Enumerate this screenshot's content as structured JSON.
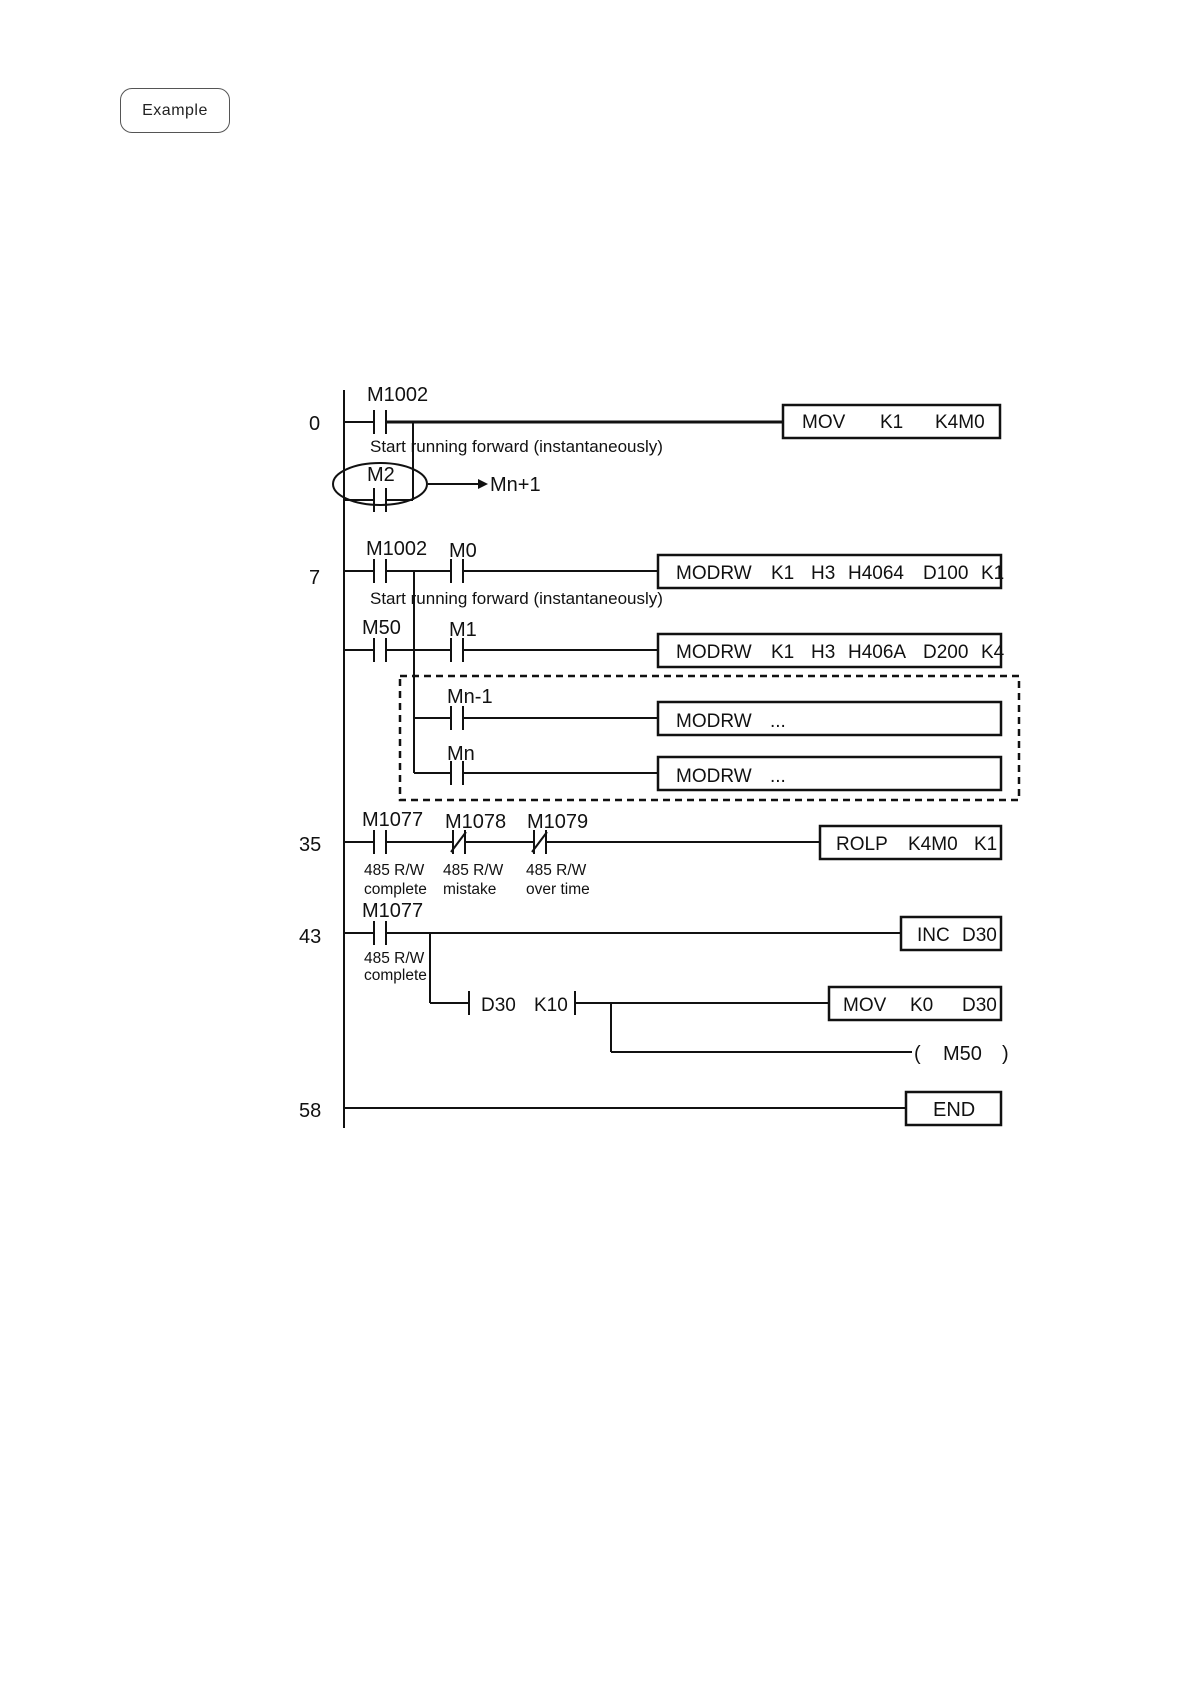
{
  "example_label": "Example",
  "diagram": {
    "steps": {
      "s0": "0",
      "s7": "7",
      "s35": "35",
      "s43": "43",
      "s58": "58"
    },
    "contacts": {
      "m1002_a": "M1002",
      "m2": "M2",
      "m1002_b": "M1002",
      "m0": "M0",
      "m50": "M50",
      "m1": "M1",
      "mn_1": "Mn-1",
      "mn": "Mn",
      "m1077_a": "M1077",
      "m1078": "M1078",
      "m1079": "M1079",
      "m1077_b": "M1077"
    },
    "notes": {
      "start_fwd_a": "Start running forward (instantaneously)",
      "start_fwd_b": "Start running forward (instantaneously)",
      "mn_plus_1": "Mn+1"
    },
    "contact_captions": {
      "c1077_l1": "485 R/W",
      "c1077_l2": "complete",
      "c1078_l1": "485 R/W",
      "c1078_l2": "mistake",
      "c1079_l1": "485 R/W",
      "c1079_l2": "over time",
      "c1077b_l1": "485 R/W",
      "c1077b_l2": "complete"
    },
    "instructions": {
      "mov_k1": [
        "MOV",
        "K1",
        "K4M0"
      ],
      "modrw_1": [
        "MODRW",
        "K1",
        "H3",
        "H4064",
        "D100",
        "K1"
      ],
      "modrw_2": [
        "MODRW",
        "K1",
        "H3",
        "H406A",
        "D200",
        "K4"
      ],
      "modrw_3": [
        "MODRW",
        "..."
      ],
      "modrw_4": [
        "MODRW",
        "..."
      ],
      "rolp": [
        "ROLP",
        "K4M0",
        "K1"
      ],
      "inc": [
        "INC",
        "D30"
      ],
      "compare": [
        "D30",
        "K10"
      ],
      "mov_k0": [
        "MOV",
        "K0",
        "D30"
      ],
      "coil_m50": "M50",
      "end": "END"
    }
  }
}
